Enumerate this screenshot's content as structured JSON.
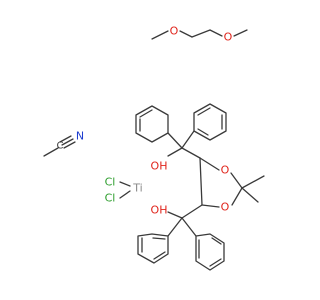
{
  "labels": {
    "ome_left": "O",
    "ome_right": "O",
    "nitrile_n": "N",
    "nitrile_c": "C",
    "oh_top": "OH",
    "oh_bottom": "OH",
    "ti": "Ti",
    "cl_top": "Cl",
    "cl_bottom": "Cl",
    "dioxolane_o_top": "O",
    "dioxolane_o_bottom": "O"
  },
  "colors": {
    "bond": "#3a3a3a",
    "oxygen": "#e0251c",
    "nitrogen": "#1f3fd0",
    "carbon": "#3a3a3a",
    "chlorine": "#2e9e2e",
    "titanium": "#8a8a8a"
  }
}
